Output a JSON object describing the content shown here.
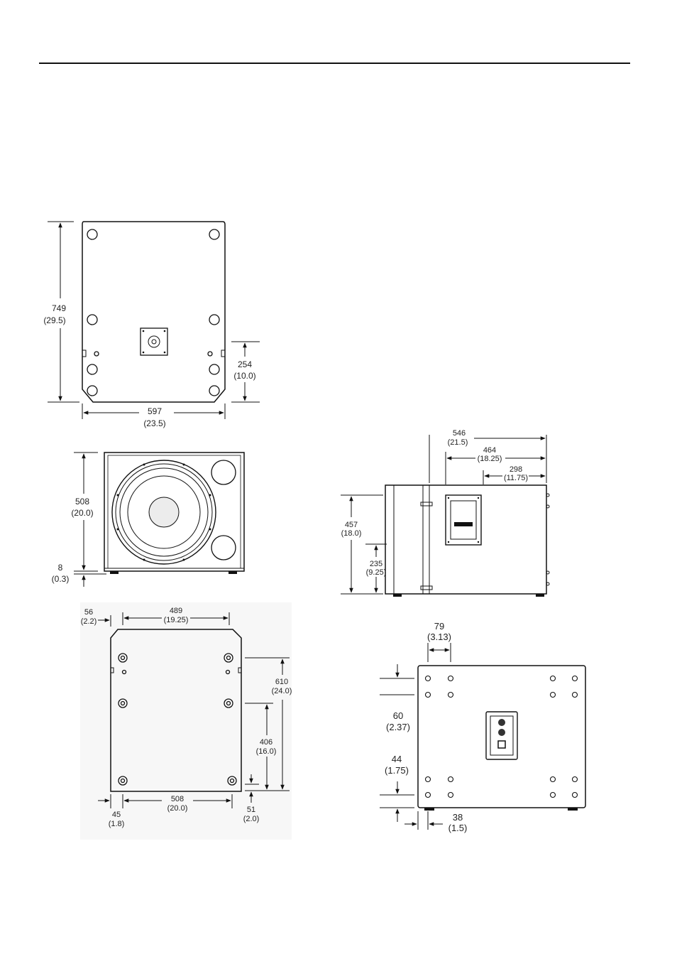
{
  "colors": {
    "line": "#111111",
    "text": "#222222",
    "paper": "#ffffff"
  },
  "views": {
    "top": {
      "height_mm": "749",
      "height_in": "(29.5)",
      "width_mm": "597",
      "width_in": "(23.5)",
      "offset_mm": "254",
      "offset_in": "(10.0)"
    },
    "front": {
      "height_mm": "508",
      "height_in": "(20.0)",
      "foot_mm": "8",
      "foot_in": "(0.3)"
    },
    "side": {
      "depth_mm": "546",
      "depth_in": "(21.5)",
      "depth2_mm": "464",
      "depth2_in": "(18.25)",
      "depth3_mm": "298",
      "depth3_in": "(11.75)",
      "height_mm": "457",
      "height_in": "(18.0)",
      "handle_mm": "235",
      "handle_in": "(9.25)"
    },
    "bottom": {
      "left_mm": "56",
      "left_in": "(2.2)",
      "top_mm": "489",
      "top_in": "(19.25)",
      "right_mm": "610",
      "right_in": "(24.0)",
      "mid_mm": "406",
      "mid_in": "(16.0)",
      "base_mm": "508",
      "base_in": "(20.0)",
      "bl_mm": "45",
      "bl_in": "(1.8)",
      "br_mm": "51",
      "br_in": "(2.0)"
    },
    "rear": {
      "top_mm": "79",
      "top_in": "(3.13)",
      "mid_mm": "60",
      "mid_in": "(2.37)",
      "low_mm": "44",
      "low_in": "(1.75)",
      "side_mm": "38",
      "side_in": "(1.5)"
    }
  }
}
